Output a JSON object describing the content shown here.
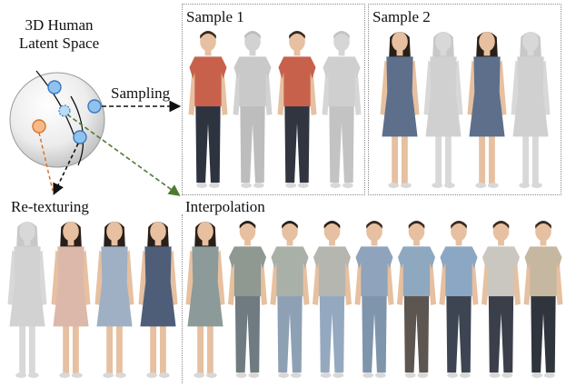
{
  "figure": {
    "latent_space_title_line1": "3D Human",
    "latent_space_title_line2": "Latent Space",
    "sampling_label": "Sampling",
    "retexturing_label": "Re-texturing",
    "interpolation_label": "Interpolation",
    "sample1_label": "Sample 1",
    "sample2_label": "Sample 2"
  },
  "colors": {
    "node_blue": "#8fc3ee",
    "node_blue_stroke": "#3a78c2",
    "node_orange": "#f6b98a",
    "node_orange_stroke": "#d9752e",
    "arrow_green": "#4f7a33",
    "arrow_orange": "#d9752e",
    "arrow_black": "#111111",
    "panel_border": "#8a8a8a"
  },
  "figures": {
    "sample1": [
      {
        "shirt": "#c8614c",
        "pants": "#2e3340",
        "skin": "#e6c0a0",
        "hair": "#3a2a20"
      },
      {
        "shirt": "#c9c9c9",
        "pants": "#bdbdbd",
        "skin": "#d2d2d2",
        "hair": "#bdbdbd"
      },
      {
        "shirt": "#c8614c",
        "pants": "#30353f",
        "skin": "#e6c0a0",
        "hair": "#3a2a20"
      },
      {
        "shirt": "#cfcfcf",
        "pants": "#c3c3c3",
        "skin": "#d6d6d6",
        "hair": "#c3c3c3"
      }
    ],
    "sample2": [
      {
        "shirt": "#5d6f8a",
        "pants": "#5d6f8a",
        "skin": "#e6c0a0",
        "hair": "#2a1f18",
        "dress": true
      },
      {
        "shirt": "#d0d0d0",
        "pants": "#d0d0d0",
        "skin": "#d8d8d8",
        "hair": "#c8c8c8",
        "dress": true
      },
      {
        "shirt": "#5d6f8a",
        "pants": "#5d6f8a",
        "skin": "#e6c0a0",
        "hair": "#2a1f18",
        "dress": true
      },
      {
        "shirt": "#d0d0d0",
        "pants": "#d0d0d0",
        "skin": "#d8d8d8",
        "hair": "#c8c8c8",
        "dress": true
      }
    ],
    "retexture": [
      {
        "shirt": "#d2d2d2",
        "pants": "#d2d2d2",
        "skin": "#d8d8d8",
        "hair": "#c8c8c8",
        "dress": true
      },
      {
        "shirt": "#dcb8aa",
        "pants": "#d6b3a4",
        "skin": "#e6c0a0",
        "hair": "#2a1f18",
        "dress": true
      },
      {
        "shirt": "#9fb0c4",
        "pants": "#9fb0c4",
        "skin": "#e6c0a0",
        "hair": "#2a1f18",
        "dress": true
      },
      {
        "shirt": "#4f5e78",
        "pants": "#4f5e78",
        "skin": "#e6c0a0",
        "hair": "#2a1f18",
        "dress": true
      }
    ],
    "interpolation": [
      {
        "shirt": "#8c9a9a",
        "pants": "#7d8a8b",
        "skin": "#e6c0a0",
        "hair": "#2a1f18",
        "dress": true
      },
      {
        "shirt": "#8f9891",
        "pants": "#6f7b80",
        "skin": "#e6c0a0",
        "hair": "#2a1f18",
        "dress": false
      },
      {
        "shirt": "#a9b0a8",
        "pants": "#8ea0b4",
        "skin": "#e6c0a0",
        "hair": "#2a1f18",
        "dress": false
      },
      {
        "shirt": "#b6b6b0",
        "pants": "#94a9c0",
        "skin": "#e6c0a0",
        "hair": "#2a1f18",
        "dress": false
      },
      {
        "shirt": "#8fa4bc",
        "pants": "#7f95ab",
        "skin": "#e6c0a0",
        "hair": "#3a2a20",
        "dress": false
      },
      {
        "shirt": "#8ea8c0",
        "pants": "#5c5550",
        "skin": "#e6c0a0",
        "hair": "#3a2a20",
        "dress": false
      },
      {
        "shirt": "#8ca7c3",
        "pants": "#3d4452",
        "skin": "#e6c0a0",
        "hair": "#3a2a20",
        "dress": false
      },
      {
        "shirt": "#c9c7bf",
        "pants": "#3a3f4a",
        "skin": "#e6c0a0",
        "hair": "#3a2a20",
        "dress": false
      },
      {
        "shirt": "#c6b7a0",
        "pants": "#2f343d",
        "skin": "#e6c0a0",
        "hair": "#3a2a20",
        "dress": false
      }
    ]
  }
}
